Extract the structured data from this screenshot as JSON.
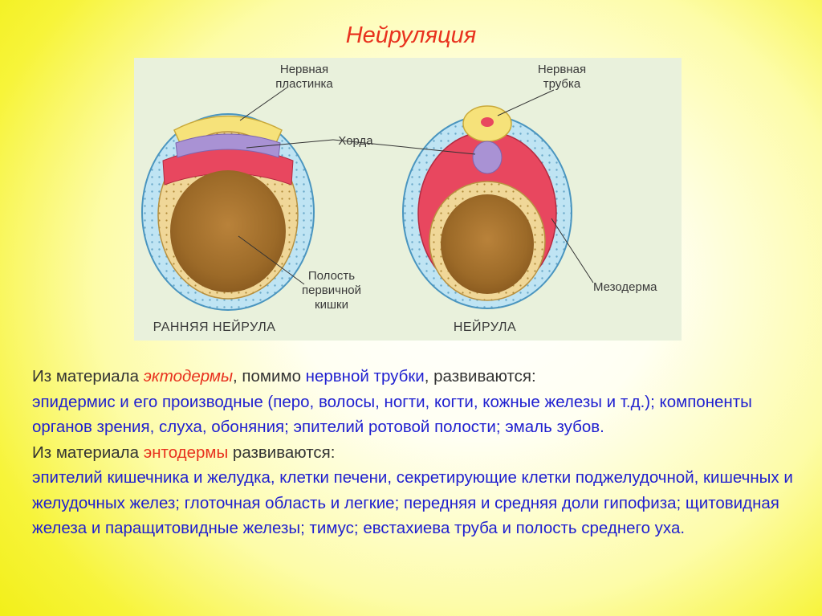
{
  "title": "Нейруляция",
  "figure": {
    "labels": {
      "neural_plate_1": "Нервная",
      "neural_plate_2": "пластинка",
      "neural_tube_1": "Нервная",
      "neural_tube_2": "трубка",
      "chorda": "Хорда",
      "mesoderm": "Мезодерма",
      "gut_1": "Полость",
      "gut_2": "первичной",
      "gut_3": "кишки",
      "early_neurula": "РАННЯЯ НЕЙРУЛА",
      "neurula": "НЕЙРУЛА"
    },
    "colors": {
      "ectoderm": "#bfe4f3",
      "neural": "#f6e27a",
      "chorda": "#a992d4",
      "mesoderm": "#e8475f",
      "endoderm": "#f0d798",
      "yolk": "#a8732c"
    }
  },
  "text": {
    "p1_prefix": "Из материала ",
    "p1_highlight": "эктодермы",
    "p1_middle": ", помимо ",
    "p1_blue": "нервной трубки",
    "p1_suffix": ", развиваются:",
    "p2": "эпидермис и его производные (перо, волосы, ногти, когти, кожные железы и т.д.); компоненты органов зрения, слуха, обоняния; эпителий ротовой полости; эмаль зубов.",
    "p3_prefix": "Из материала ",
    "p3_highlight": "энтодермы",
    "p3_suffix": " развиваются:",
    "p4": "эпителий кишечника и желудка, клетки печени, секретирующие клетки поджелудочной, кишечных и желудочных желез; глоточная область и легкие; передняя и средняя доли гипофиза; щитовидная железа и паращитовидные железы; тимус; евстахиева труба и полость среднего уха."
  }
}
